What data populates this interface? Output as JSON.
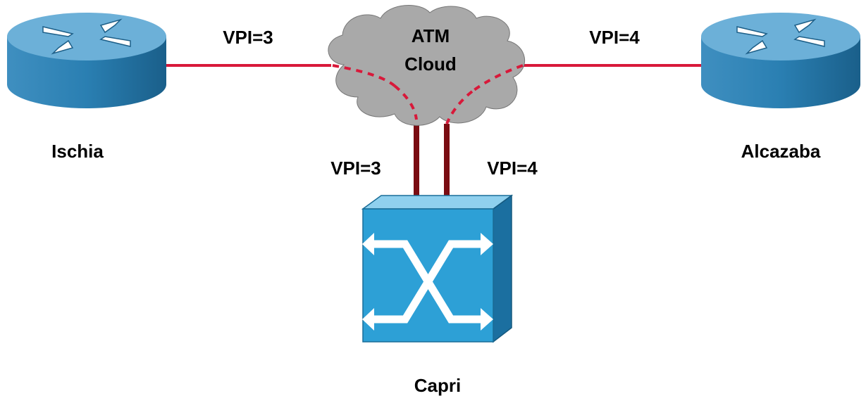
{
  "colors": {
    "link": "#d8193a",
    "trunk": "#7a0c12",
    "router_top": "#6cb0d8",
    "router_side": "#1f6e9e",
    "cloud": "#a9a9a9",
    "switch_face": "#2da0d6"
  },
  "nodes": {
    "ischia": {
      "label": "Ischia",
      "icon": "router-icon"
    },
    "alcazaba": {
      "label": "Alcazaba",
      "icon": "router-icon"
    },
    "capri": {
      "label": "Capri",
      "icon": "atm-switch-icon"
    },
    "cloud": {
      "line1": "ATM",
      "line2": "Cloud",
      "icon": "cloud-icon"
    }
  },
  "links": {
    "ischia_cloud": {
      "label": "VPI=3"
    },
    "cloud_alcazaba": {
      "label": "VPI=4"
    },
    "capri_vpi3": {
      "label": "VPI=3"
    },
    "capri_vpi4": {
      "label": "VPI=4"
    }
  }
}
